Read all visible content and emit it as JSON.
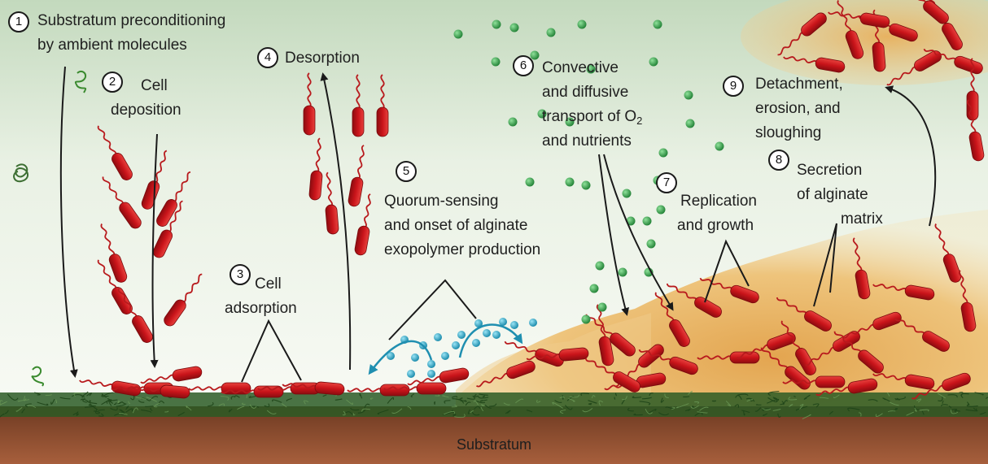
{
  "steps": [
    {
      "num": "1",
      "lines": [
        "Substratum preconditioning",
        "by ambient molecules"
      ]
    },
    {
      "num": "2",
      "lines": [
        "Cell",
        "deposition"
      ]
    },
    {
      "num": "3",
      "lines": [
        "Cell",
        "adsorption"
      ]
    },
    {
      "num": "4",
      "lines": [
        "Desorption"
      ]
    },
    {
      "num": "5",
      "lines": [
        "Quorum-sensing",
        "and onset of alginate",
        "exopolymer production"
      ]
    },
    {
      "num": "6",
      "lines": [
        "Convective",
        "and diffusive",
        "transport of O",
        "2",
        "and nutrients"
      ]
    },
    {
      "num": "7",
      "lines": [
        "Replication",
        "and growth"
      ]
    },
    {
      "num": "8",
      "lines": [
        "Secretion",
        "of alginate",
        "matrix"
      ]
    },
    {
      "num": "9",
      "lines": [
        "Detachment,",
        "erosion, and",
        "sloughing"
      ]
    }
  ],
  "substratum": "Substratum",
  "colors": {
    "background_top": "#c7dcc0",
    "background_bottom": "#f4f8f0",
    "substratum_brown": "#8a4a2c",
    "mesh_green": "#2f5a2a",
    "cell_red": "#c8161b",
    "matrix_tan": "#e9b867",
    "nutrient_green": "#2f9a45",
    "signal_cyan": "#2fa6c6"
  }
}
